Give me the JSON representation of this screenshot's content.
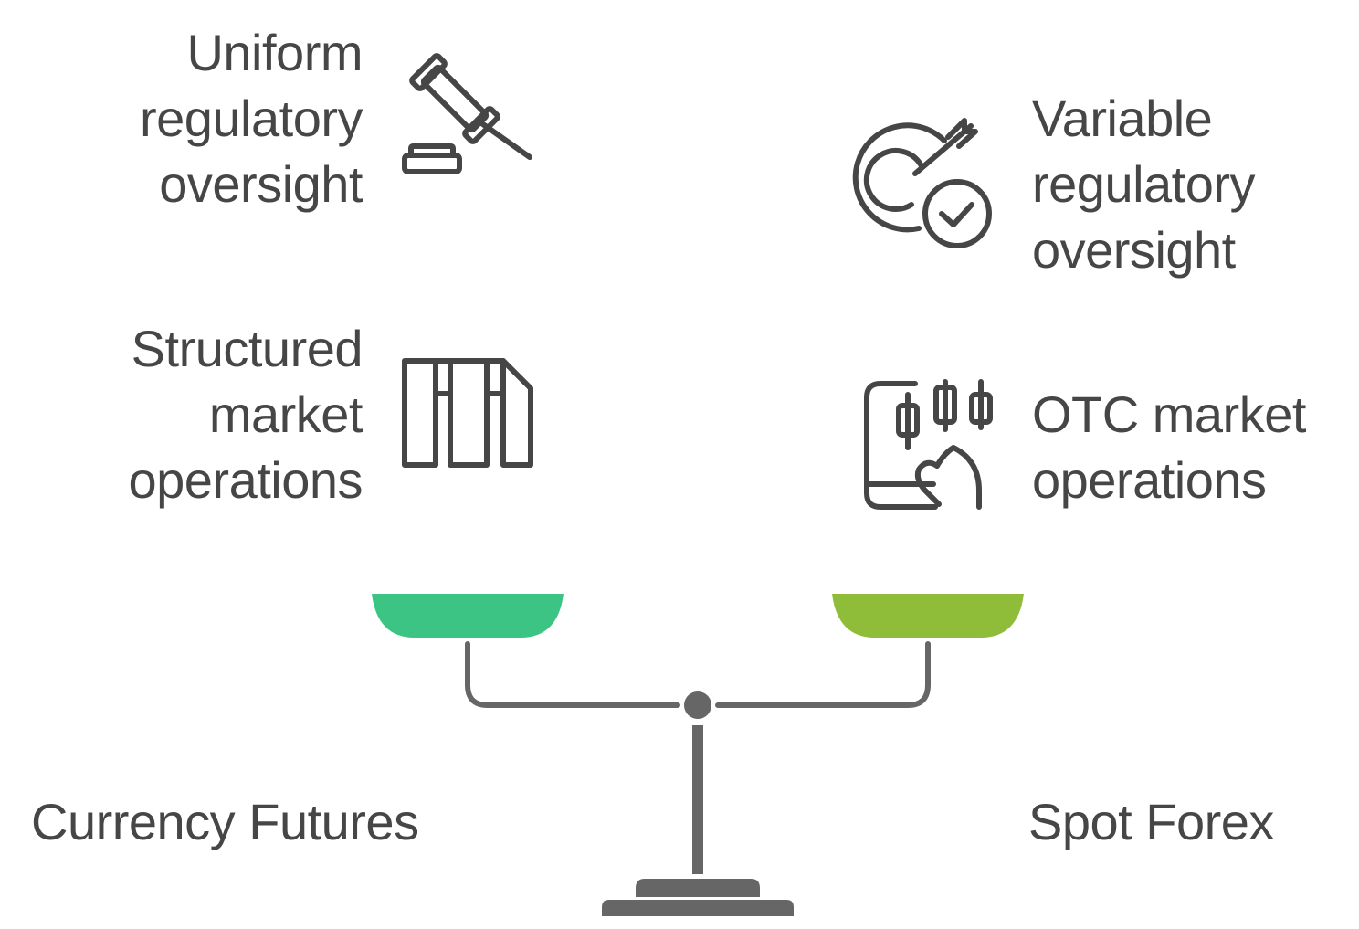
{
  "left_side": {
    "title": "Currency Futures",
    "features": [
      {
        "text": "Uniform\nregulatory\noversight",
        "icon": "gavel-icon"
      },
      {
        "text": "Structured\nmarket\noperations",
        "icon": "file-binders-icon"
      }
    ],
    "pan_color": "#3CC485"
  },
  "right_side": {
    "title": "Spot Forex",
    "features": [
      {
        "text": "Variable\nregulatory\noversight",
        "icon": "target-check-icon"
      },
      {
        "text": "OTC market\noperations",
        "icon": "mobile-trading-icon"
      }
    ],
    "pan_color": "#8FBC39"
  },
  "colors": {
    "text": "#464646",
    "icon_stroke": "#464646",
    "scale": "#666666"
  }
}
